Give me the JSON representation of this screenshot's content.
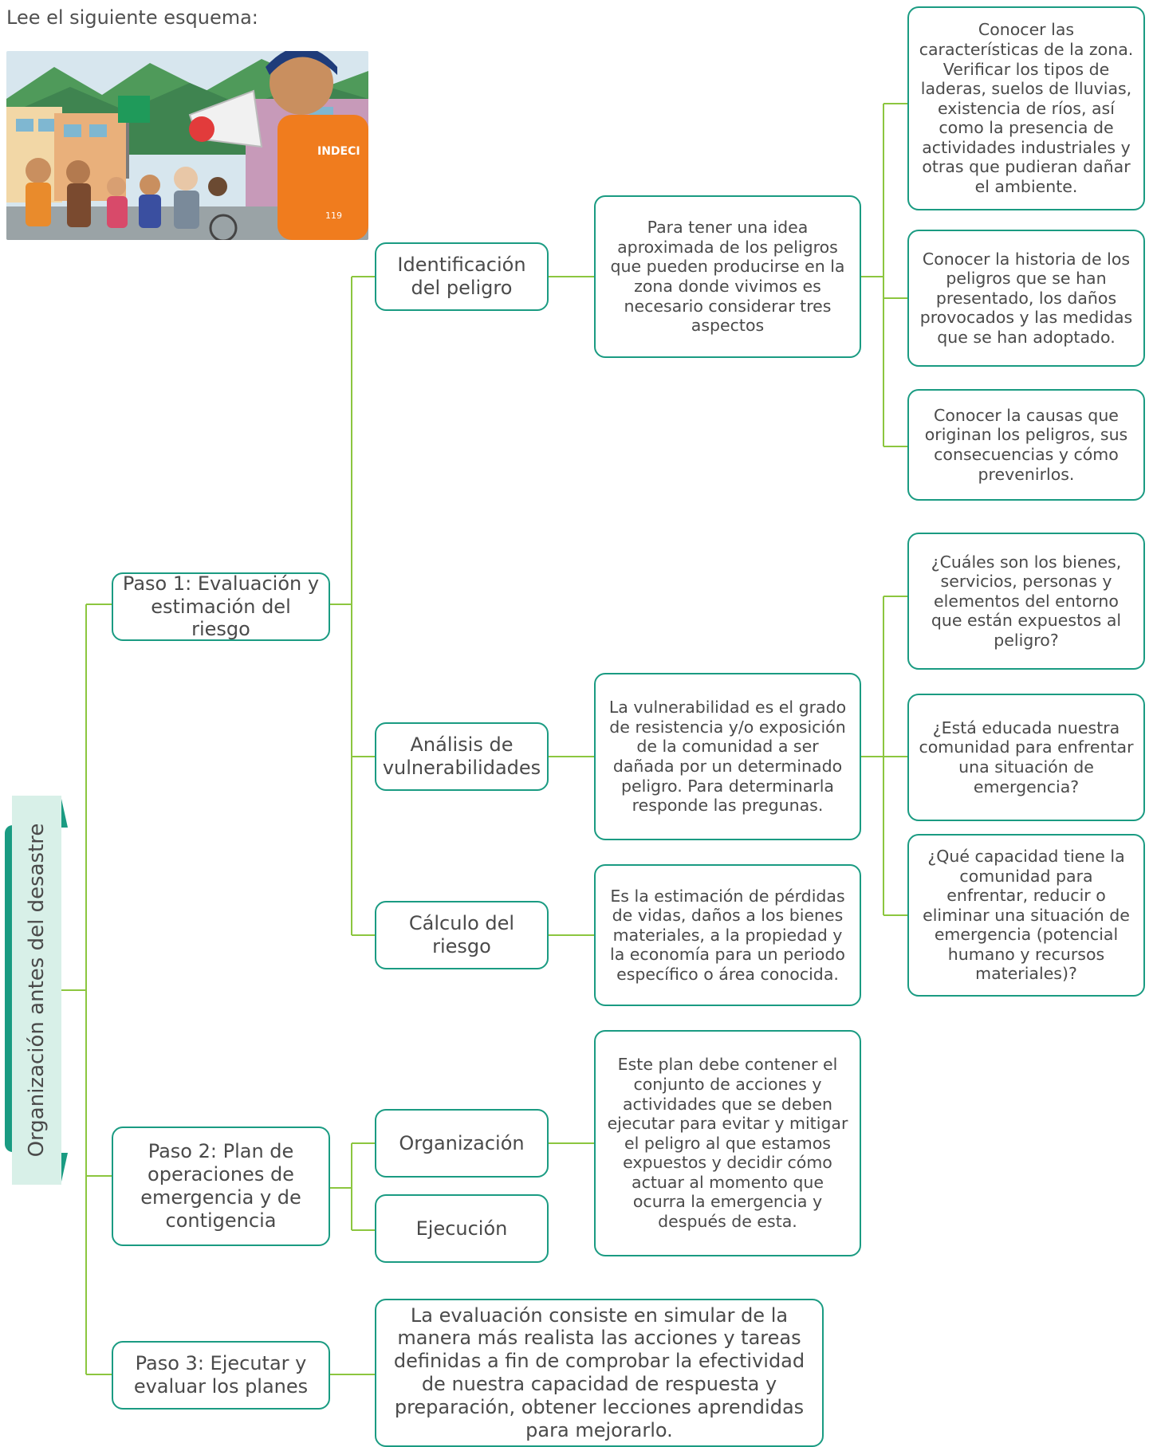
{
  "intro_text": "Lee el siguiente esquema:",
  "illustration": {
    "backpack_label": "INDECI",
    "backpack_number": "119"
  },
  "root_label": "Organización antes del desastre",
  "steps": {
    "paso1": "Paso 1: Evaluación y estimación del riesgo",
    "paso2": "Paso 2: Plan de operaciones de emergencia y de contigencia",
    "paso3": "Paso 3: Ejecutar y evaluar los planes"
  },
  "paso1": {
    "identificacion": {
      "label": "Identificación del peligro",
      "description": "Para tener una idea aproximada de los peligros que pueden producirse en la zona donde vivimos es necesario considerar tres aspectos",
      "aspects": [
        "Conocer las características de la zona. Verificar los tipos de laderas, suelos de lluvias, existencia de ríos, así como la presencia de actividades industriales y otras que pudieran dañar el ambiente.",
        "Conocer la historia de los peligros que se han presentado, los daños provocados y las medidas que se han adoptado.",
        "Conocer la causas que originan los peligros, sus consecuencias y cómo prevenirlos."
      ]
    },
    "vulnerabilidades": {
      "label": "Análisis de vulnerabilidades",
      "description": "La vulnerabilidad es el grado de resistencia y/o exposición de la comunidad a ser dañada por un determinado peligro. Para determinarla responde las pregunas.",
      "questions": [
        "¿Cuáles son los bienes, servicios, personas y elementos del entorno que están expuestos al peligro?",
        "¿Está educada nuestra comunidad para enfrentar una situación de emergencia?",
        "¿Qué capacidad tiene la comunidad para enfrentar, reducir o eliminar una situación de emergencia (potencial humano y recursos materiales)?"
      ]
    },
    "riesgo": {
      "label": "Cálculo del riesgo",
      "description": "Es la estimación de pérdidas de vidas, daños a los bienes materiales, a la propiedad y la economía para un periodo específico o área conocida."
    }
  },
  "paso2": {
    "organizacion": "Organización",
    "ejecucion": "Ejecución",
    "description": "Este plan debe contener el conjunto de acciones y actividades que se deben ejecutar para evitar y mitigar el peligro al que estamos expuestos y decidir cómo actuar al momento que ocurra la emergencia y después de esta."
  },
  "paso3": {
    "description": "La evaluación consiste en simular de la manera más realista las acciones y tareas definidas a fin de comprobar la efectividad de nuestra capacidad de respuesta y preparación, obtener lecciones aprendidas para mejorarlo."
  },
  "colors": {
    "accent": "#1a9b82",
    "connector": "#8cc63f",
    "side_band": "#d8f0e8",
    "text": "#4a4a4a"
  }
}
